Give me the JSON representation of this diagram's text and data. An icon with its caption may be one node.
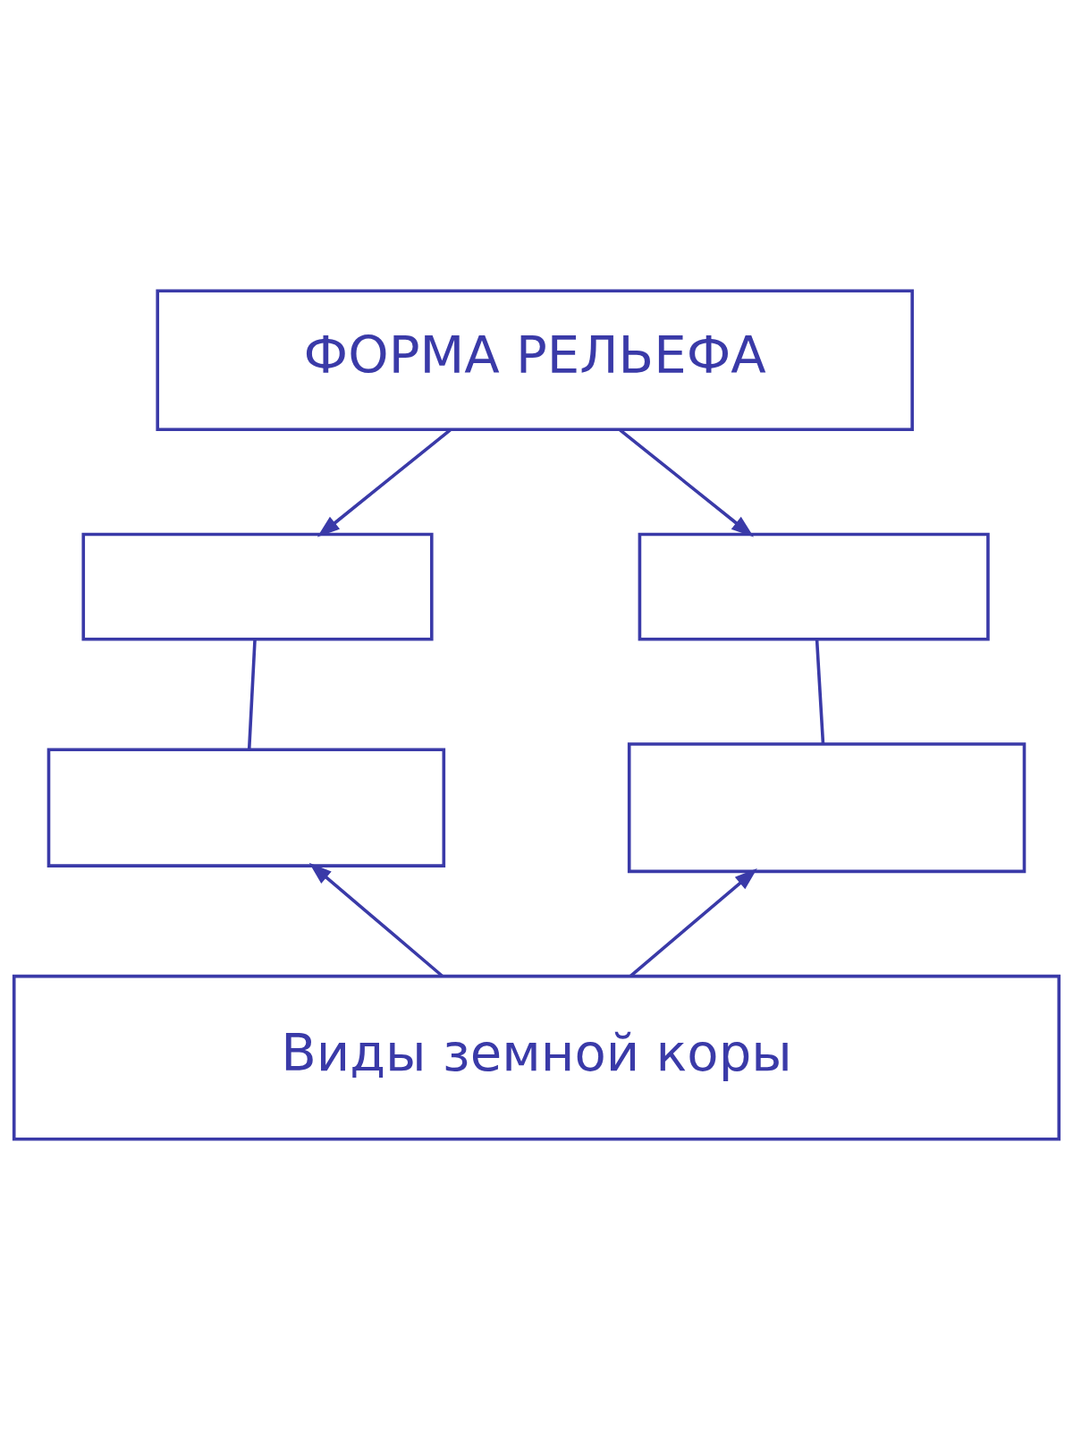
{
  "diagram": {
    "nodes": [
      {
        "text": [
          "ФОРМА РЕЛЬЕФА"
        ]
      },
      {
        "text": [],
        "shape": "box"
      },
      {
        "text": [],
        "shape": "box"
      },
      {
        "text": [],
        "shape": "box"
      },
      {
        "text": [],
        "shape": "box"
      },
      {
        "text": [
          "Виды земной коры"
        ]
      }
    ],
    "edges": [
      {
        "from": 0,
        "to": 1,
        "arrow": "to"
      },
      {
        "from": 0,
        "to": 2,
        "arrow": "to"
      },
      {
        "from": 1,
        "to": 3,
        "arrow": "none"
      },
      {
        "from": 2,
        "to": 4,
        "arrow": "none"
      },
      {
        "from": 5,
        "to": 3,
        "arrow": "to"
      },
      {
        "from": 5,
        "to": 4,
        "arrow": "to"
      }
    ]
  }
}
